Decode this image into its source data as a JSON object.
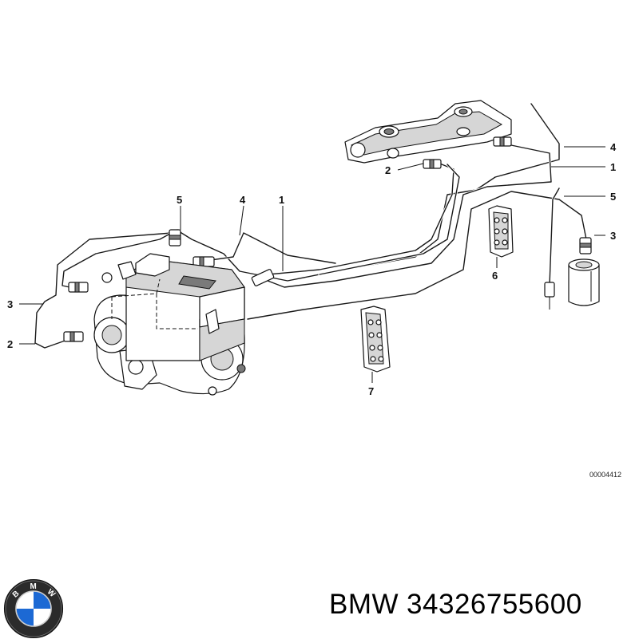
{
  "diagram": {
    "callouts": {
      "c4_top": "4",
      "c1_top": "1",
      "c5_right": "5",
      "c3_right": "3",
      "c2_top": "2",
      "c6": "6",
      "c7": "7",
      "c5_left": "5",
      "c4_mid": "4",
      "c1_mid": "1",
      "c3_left": "3",
      "c2_left": "2"
    },
    "reference_number": "00004412"
  },
  "caption": {
    "brand": "BMW",
    "part_number": "34326755600"
  },
  "logo": {
    "letters": [
      "B",
      "M",
      "W"
    ],
    "colors": {
      "blue": "#1c69d4",
      "white": "#ffffff",
      "ring": "#111111"
    }
  }
}
